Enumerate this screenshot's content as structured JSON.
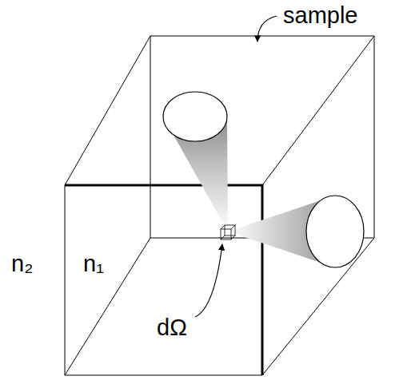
{
  "diagram": {
    "labels": [
      "sample",
      "n₂",
      "n₁",
      "dΩ"
    ]
  }
}
